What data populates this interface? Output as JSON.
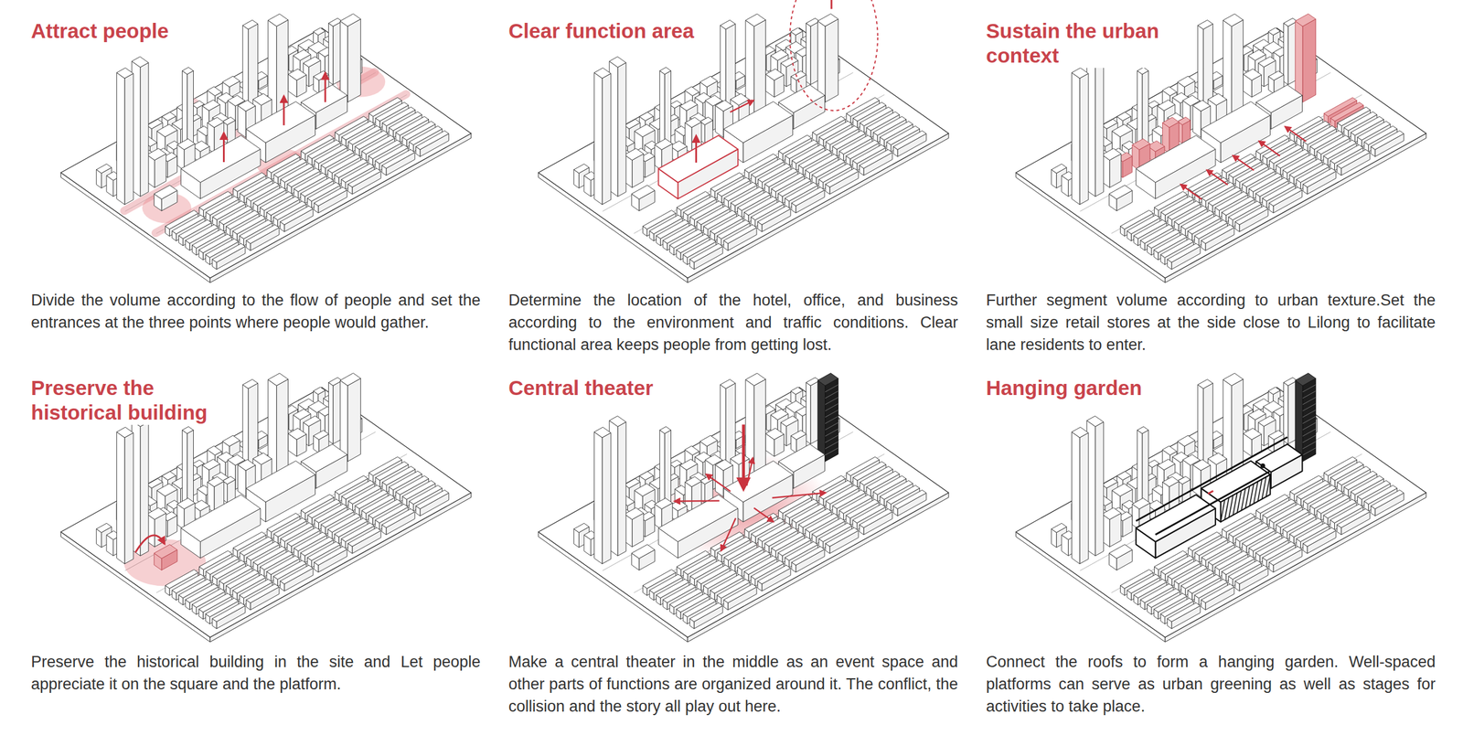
{
  "diagram": {
    "labels": [
      "Attract people",
      "Divide the volume according to the flow of people and set the entrances at the three points where people would gather.",
      "Clear function area",
      "Determine the location of the hotel, office, and business according to the environment and traffic conditions. Clear functional area keeps people from getting lost.",
      "Sustain the urban context",
      "Further segment volume according to urban texture.Set the small size retail stores at the side close to Lilong to facilitate lane residents to enter.",
      "Preserve the historical building",
      "Preserve the historical building in the site and Let people appreciate it on the square and the platform.",
      "Central theater",
      "Make a central theater in the middle as an event space and other parts of functions are organized around it. The conflict, the collision and the story all play out here.",
      "Hanging garden",
      "Connect the roofs to form a hanging garden. Well-spaced platforms can serve as urban greening as well as stages for activities to take place."
    ]
  }
}
